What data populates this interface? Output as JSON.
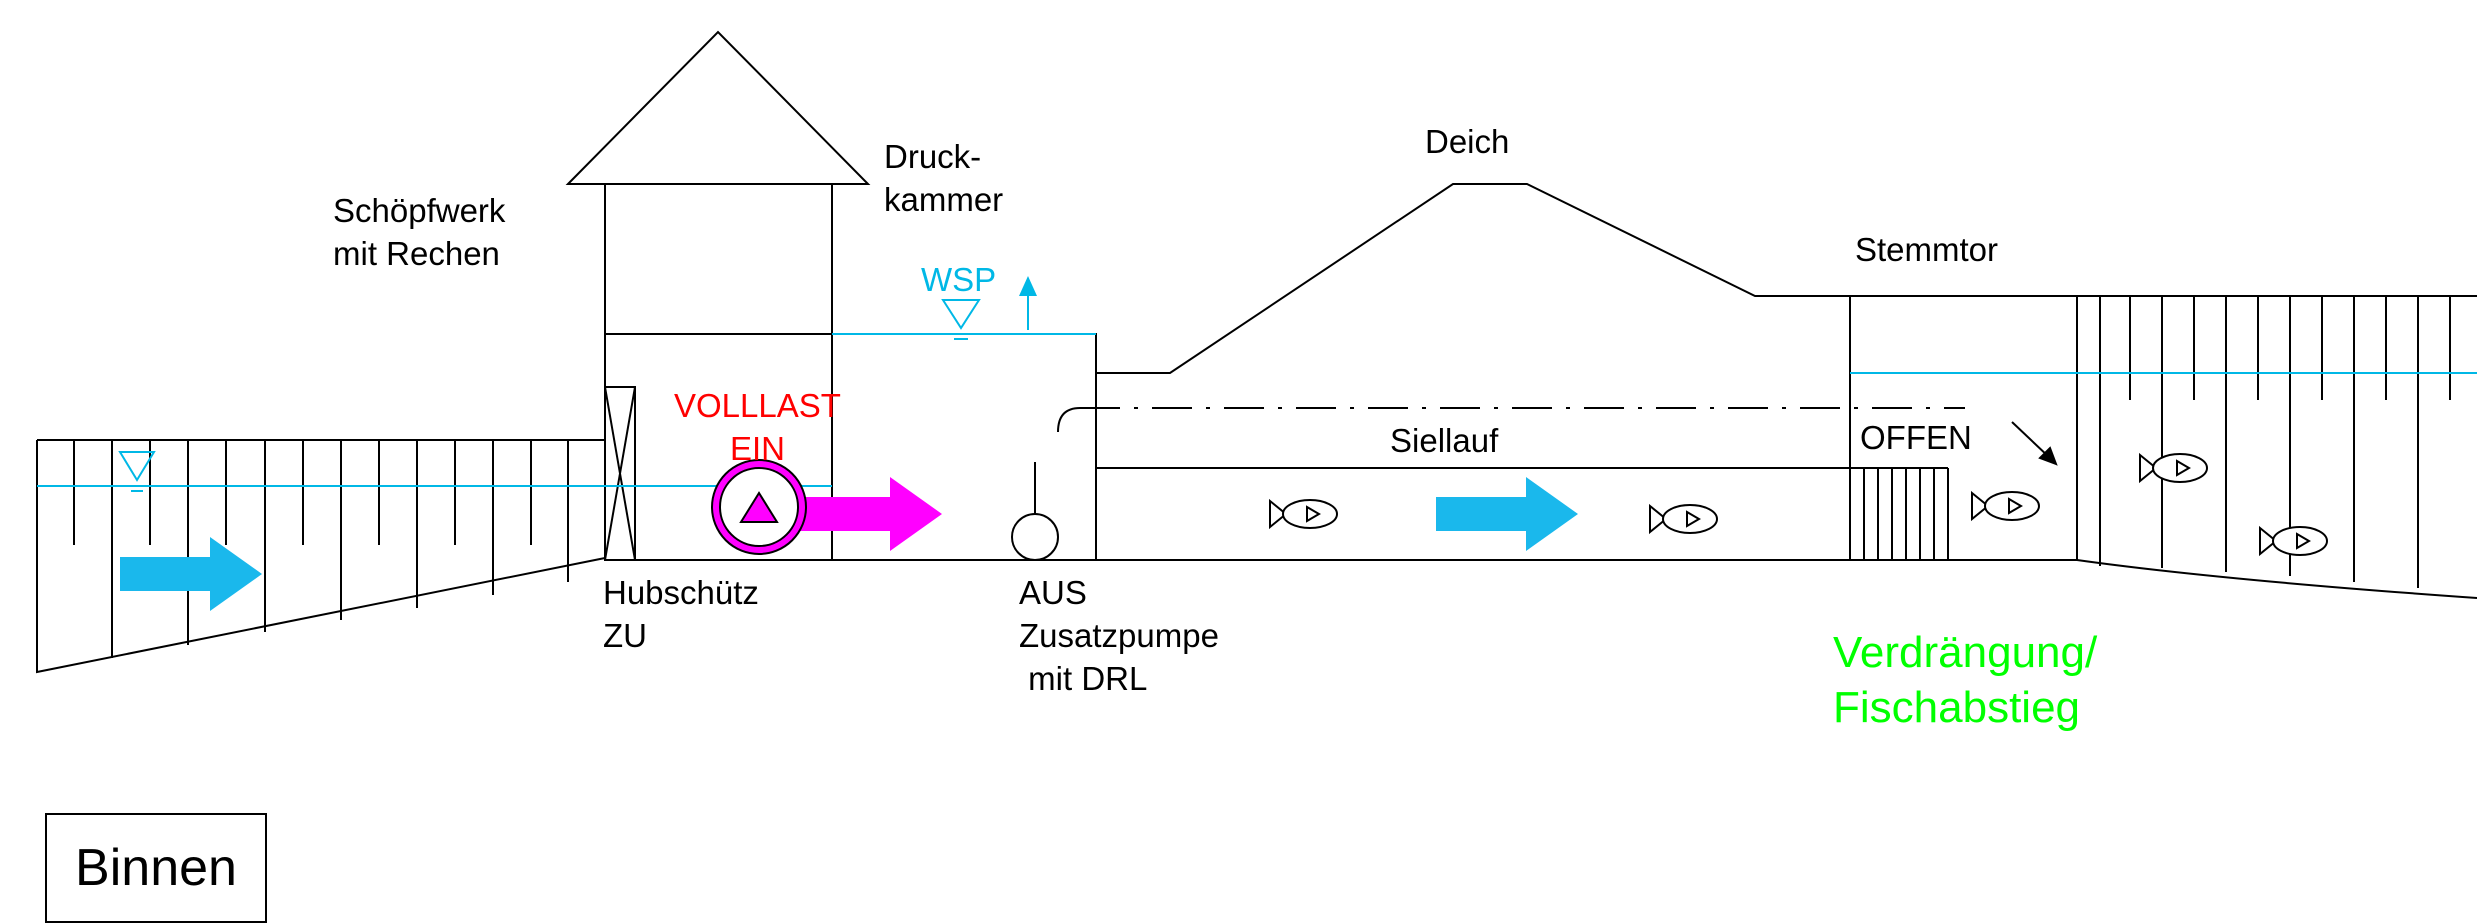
{
  "labels": {
    "schoepfwerk": "Schöpfwerk\nmit Rechen",
    "druckkammer": "Druck-\nkammer",
    "deich": "Deich",
    "stemmtor": "Stemmtor",
    "wsp": "WSP",
    "volllast": "VOLLLAST\nEIN",
    "siellauf": "Siellauf",
    "offen": "OFFEN",
    "hubschuetz": "Hubschütz\nZU",
    "zusatzpumpe": "AUS\nZusatzpumpe\n mit DRL",
    "verdraengung": "Verdrängung/\nFischabstieg",
    "binnen": "Binnen"
  },
  "colors": {
    "water": "#00b8e6",
    "pump": "#ff00ff",
    "status_red": "#ff0000",
    "status_green": "#00ff00"
  },
  "icons": [
    "water-level-icon",
    "flow-arrow-icon",
    "pump-icon",
    "fish-icon",
    "gate-icon"
  ]
}
